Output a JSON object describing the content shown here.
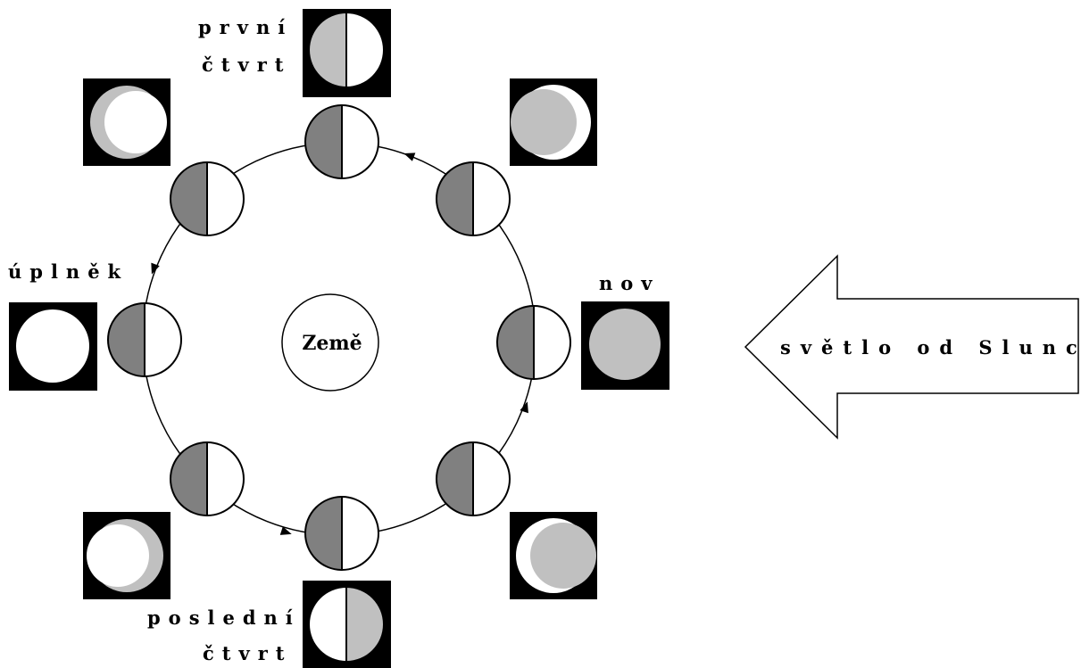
{
  "labels": {
    "earth": "Země",
    "new_moon": "nov",
    "first_quarter_line1": "první",
    "first_quarter_line2": "čtvrt",
    "full_moon": "úplněk",
    "last_quarter_line1": "poslední",
    "last_quarter_line2": "čtvrt",
    "sunlight": "světlo od Slunce"
  },
  "colors": {
    "background": "#ffffff",
    "dark_half": "#808080",
    "lit_half": "#ffffff",
    "moon_appearance_lit": "#c0c0c0",
    "appearance_box": "#000000",
    "line": "#000000"
  }
}
